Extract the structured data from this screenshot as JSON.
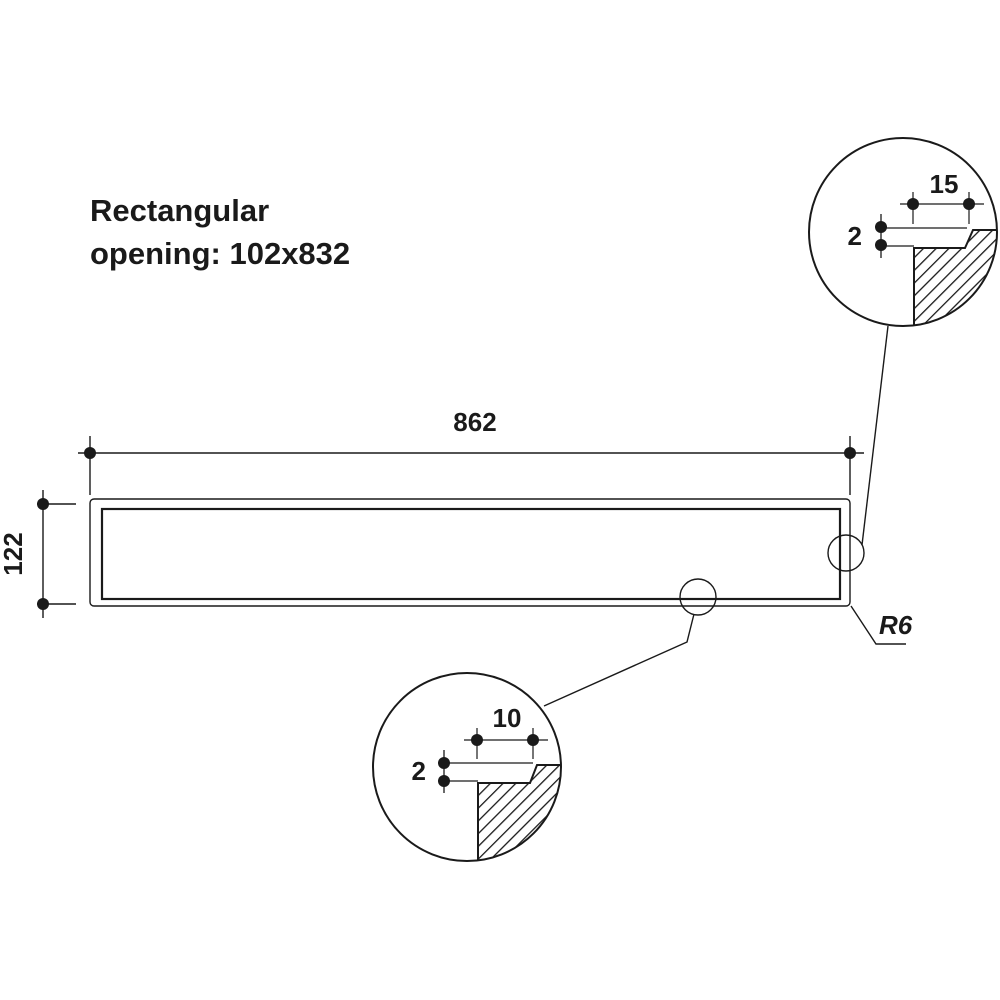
{
  "title": {
    "line1": "Rectangular",
    "line2": "opening: 102x832"
  },
  "dimensions": {
    "overall_length": "862",
    "overall_height": "122",
    "corner_radius": "R6"
  },
  "detail_side": {
    "step_width": "15",
    "step_depth": "2"
  },
  "detail_bottom": {
    "step_width": "10",
    "step_depth": "2"
  }
}
